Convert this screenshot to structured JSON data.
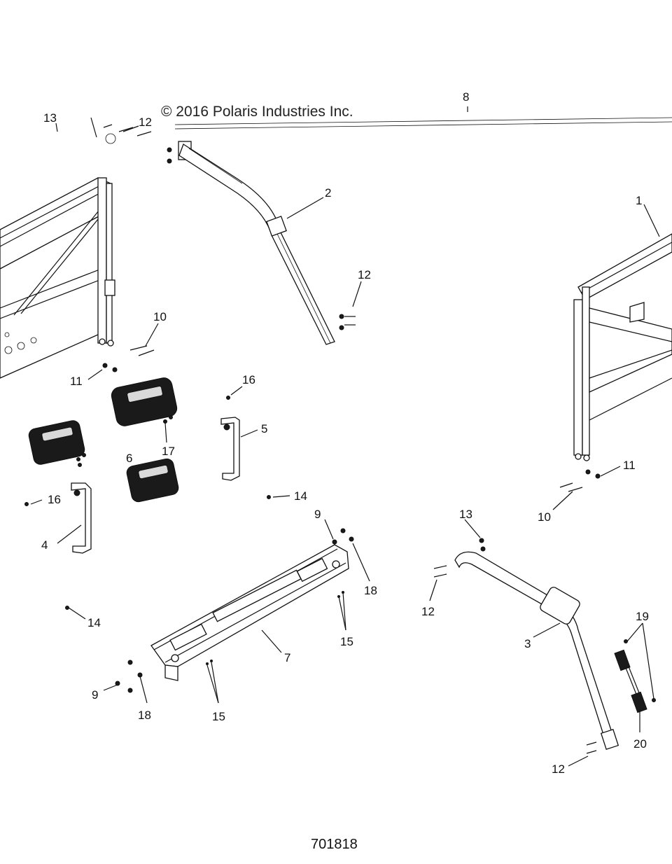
{
  "copyright": "© 2016 Polaris Industries Inc.",
  "document_number": "701818",
  "callouts": [
    {
      "id": "c8",
      "text": "8"
    },
    {
      "id": "c13a",
      "text": "13"
    },
    {
      "id": "c12a",
      "text": "12"
    },
    {
      "id": "c2",
      "text": "2"
    },
    {
      "id": "c1",
      "text": "1"
    },
    {
      "id": "c12b",
      "text": "12"
    },
    {
      "id": "c10a",
      "text": "10"
    },
    {
      "id": "c11a",
      "text": "11"
    },
    {
      "id": "c16a",
      "text": "16"
    },
    {
      "id": "c6",
      "text": "6"
    },
    {
      "id": "c17",
      "text": "17"
    },
    {
      "id": "c5",
      "text": "5"
    },
    {
      "id": "c16b",
      "text": "16"
    },
    {
      "id": "c4",
      "text": "4"
    },
    {
      "id": "c14a",
      "text": "14"
    },
    {
      "id": "c11b",
      "text": "11"
    },
    {
      "id": "c10b",
      "text": "10"
    },
    {
      "id": "c13b",
      "text": "13"
    },
    {
      "id": "c9a",
      "text": "9"
    },
    {
      "id": "c18a",
      "text": "18"
    },
    {
      "id": "c12c",
      "text": "12"
    },
    {
      "id": "c14b",
      "text": "14"
    },
    {
      "id": "c15a",
      "text": "15"
    },
    {
      "id": "c7",
      "text": "7"
    },
    {
      "id": "c3",
      "text": "3"
    },
    {
      "id": "c19",
      "text": "19"
    },
    {
      "id": "c9b",
      "text": "9"
    },
    {
      "id": "c18b",
      "text": "18"
    },
    {
      "id": "c15b",
      "text": "15"
    },
    {
      "id": "c20",
      "text": "20"
    },
    {
      "id": "c12d",
      "text": "12"
    }
  ]
}
